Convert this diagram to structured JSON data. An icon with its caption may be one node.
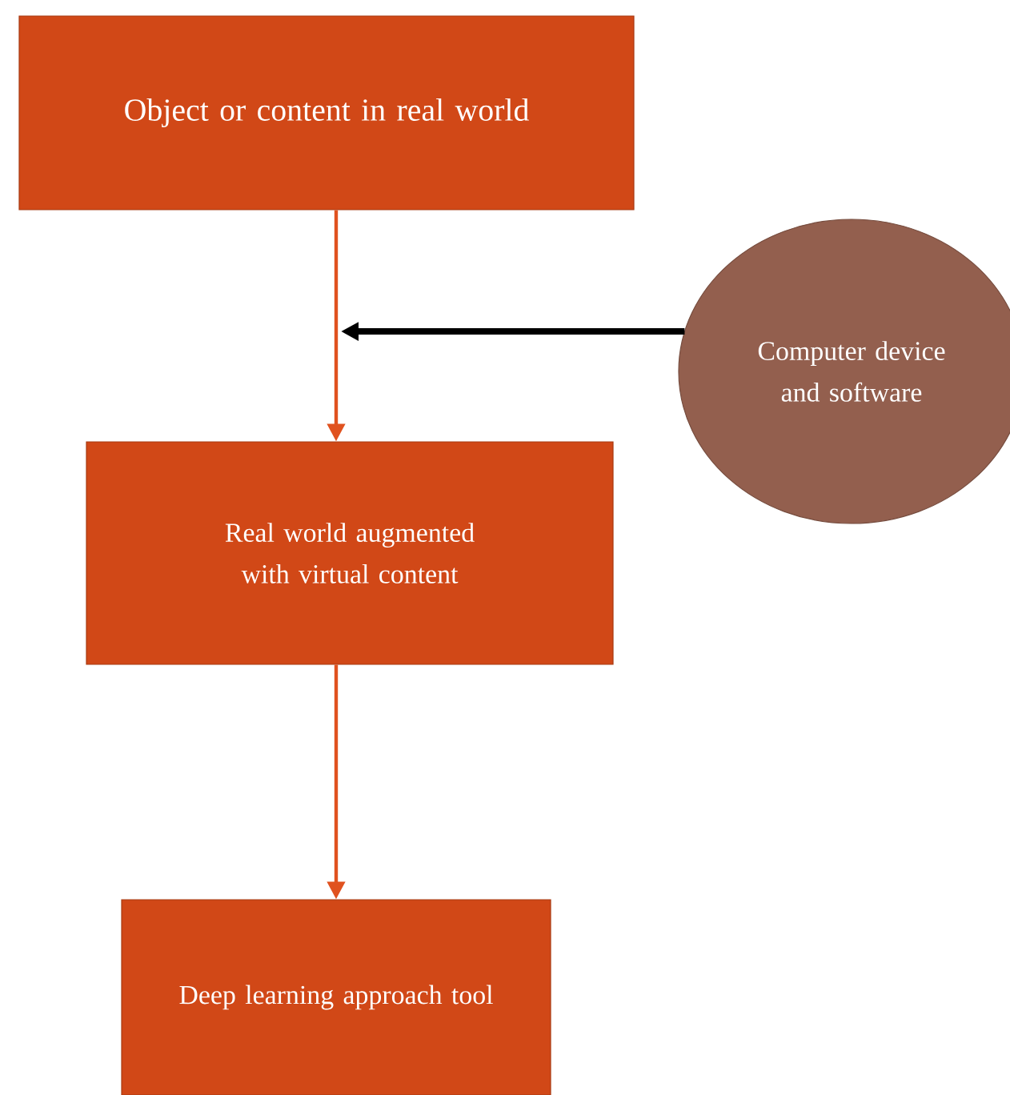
{
  "diagram": {
    "nodes": [
      {
        "text": [
          "Object or content in real world"
        ]
      },
      {
        "text": [
          "Real world augmented with virtual content"
        ]
      },
      {
        "text": [
          "Deep learning approach tool"
        ]
      },
      {
        "text": [
          "Computer device and software"
        ]
      }
    ],
    "edges": [
      {
        "from": 0,
        "to": 1,
        "arrow": "to"
      },
      {
        "from": 1,
        "to": 2,
        "arrow": "to"
      },
      {
        "from": 3,
        "to": null,
        "arrow": "to",
        "style": "thick",
        "color": "#000000"
      }
    ]
  }
}
